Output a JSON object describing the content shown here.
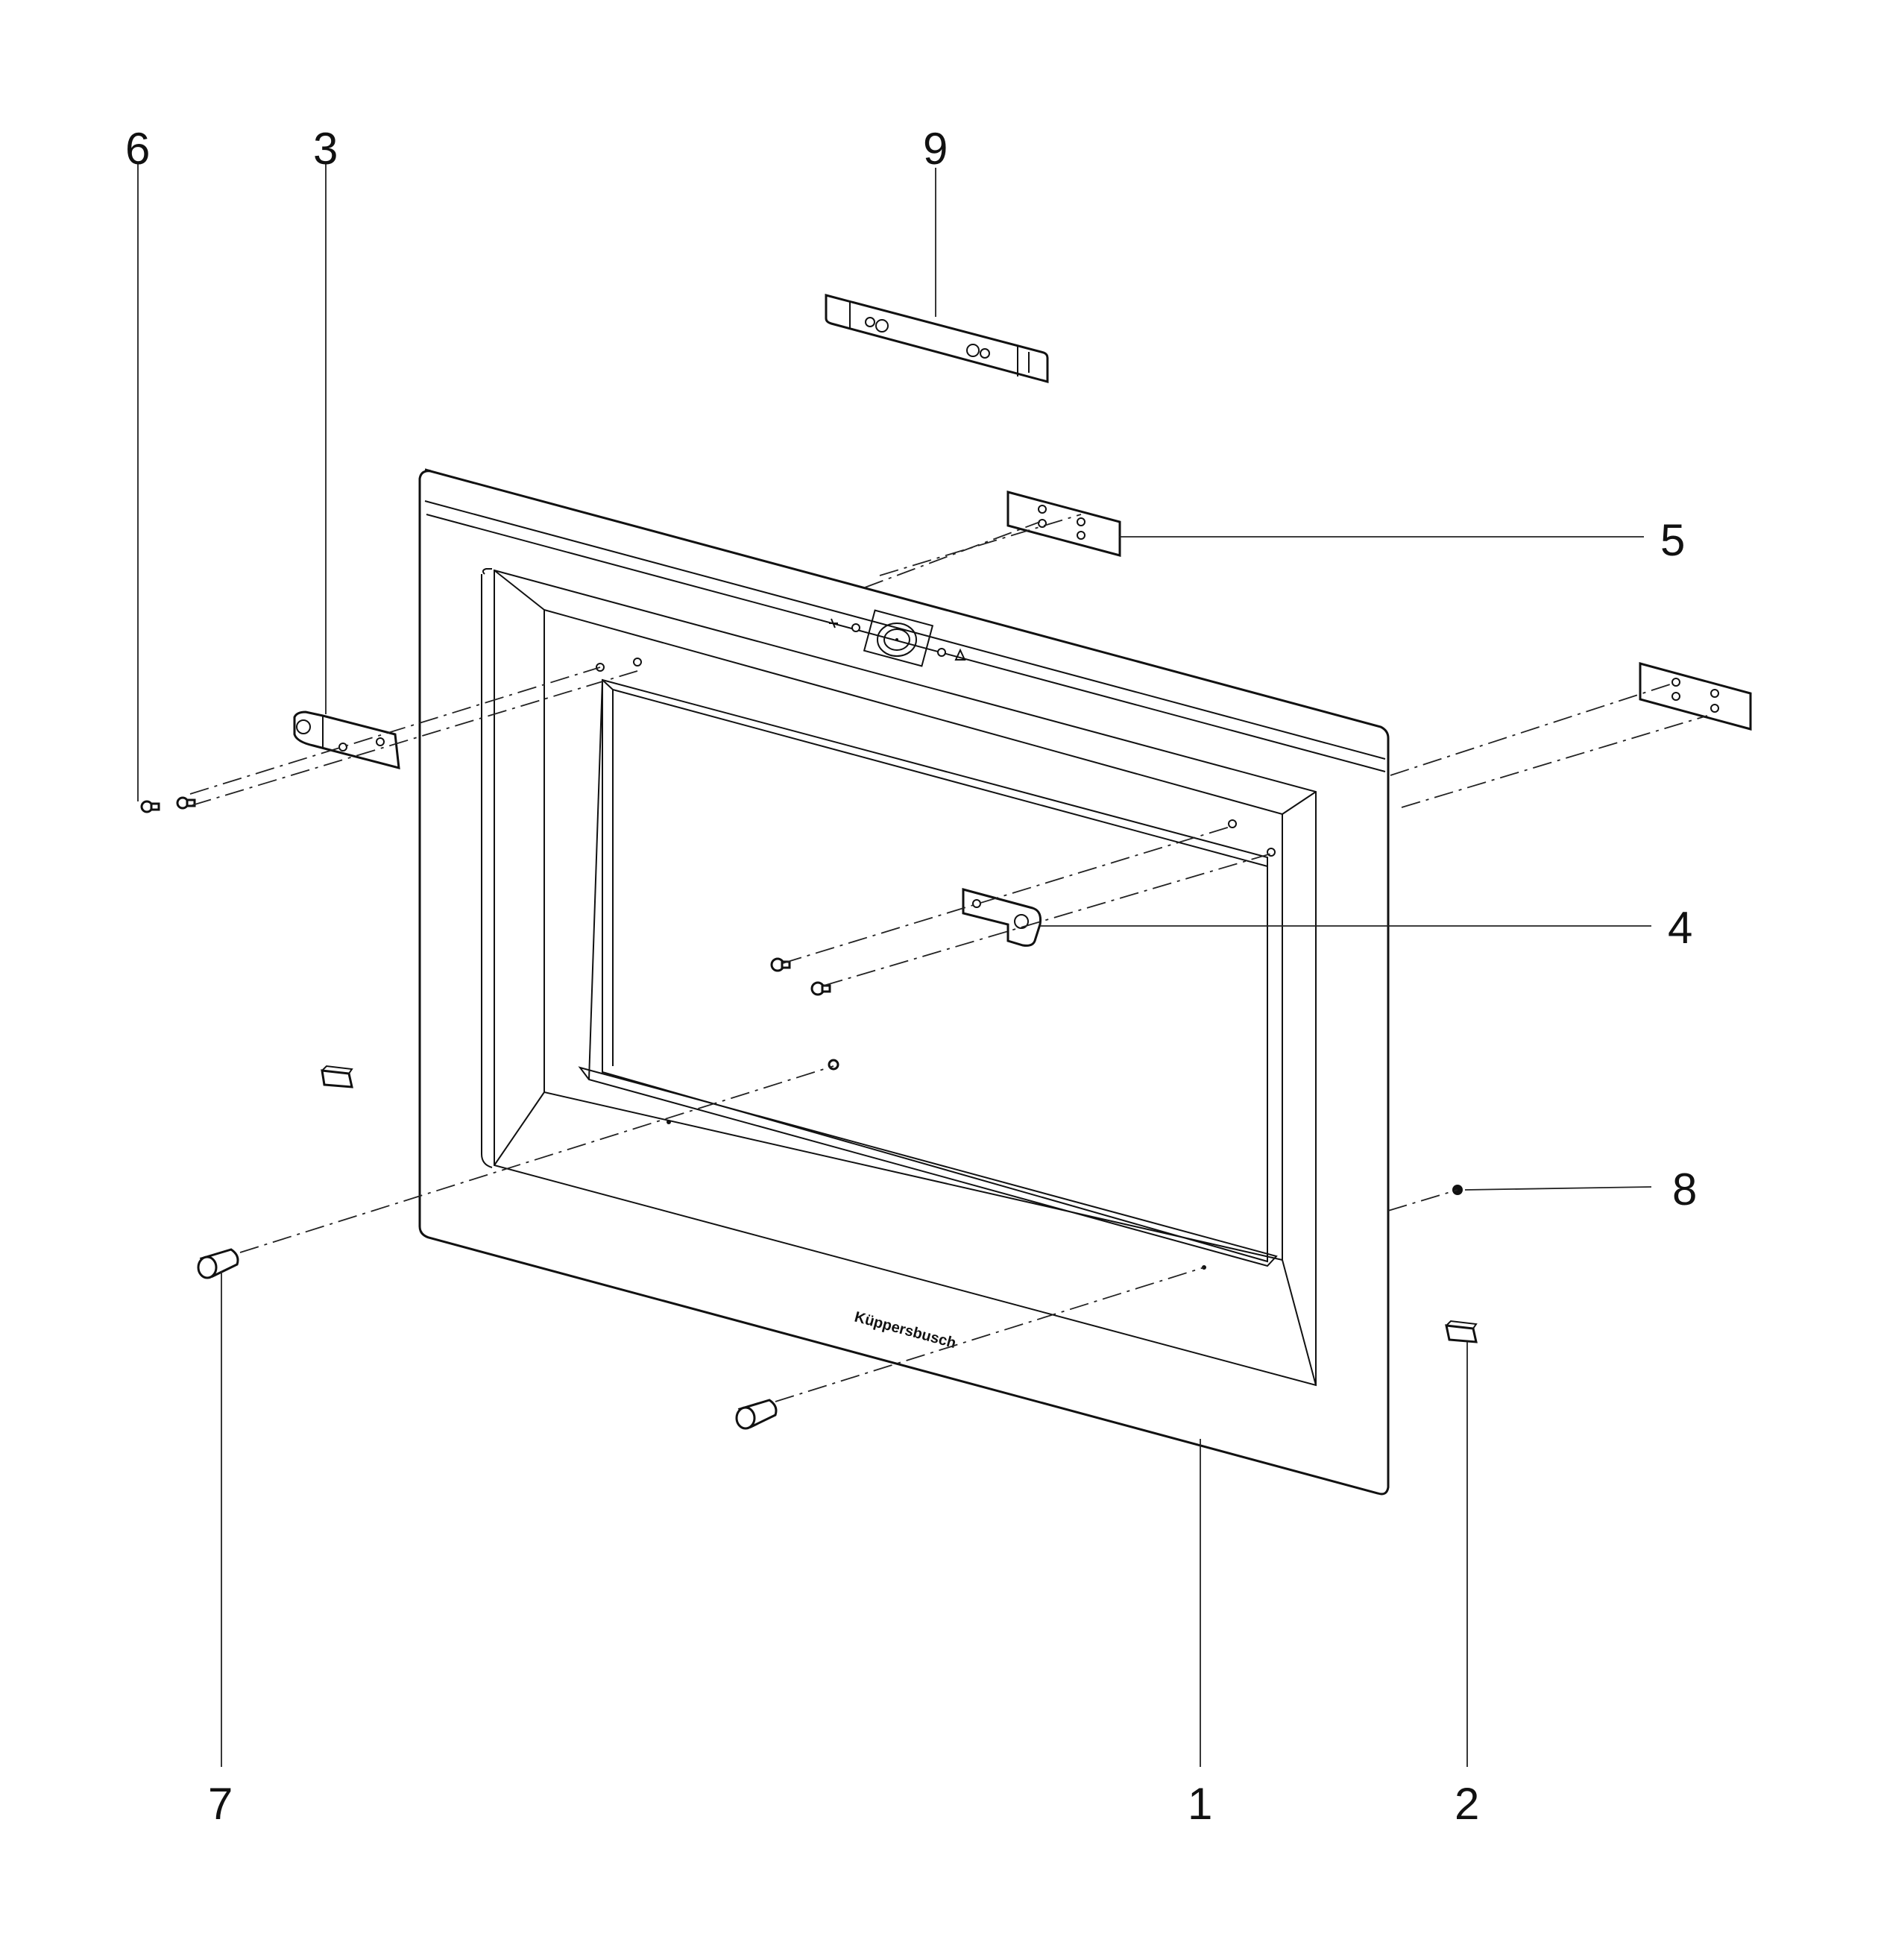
{
  "diagram": {
    "callouts": [
      {
        "id": "6",
        "label": "6"
      },
      {
        "id": "3",
        "label": "3"
      },
      {
        "id": "9",
        "label": "9"
      },
      {
        "id": "5",
        "label": "5"
      },
      {
        "id": "4",
        "label": "4"
      },
      {
        "id": "8",
        "label": "8"
      },
      {
        "id": "7",
        "label": "7"
      },
      {
        "id": "1",
        "label": "1"
      },
      {
        "id": "2",
        "label": "2"
      }
    ],
    "brand_text": "Küppersbusch"
  }
}
